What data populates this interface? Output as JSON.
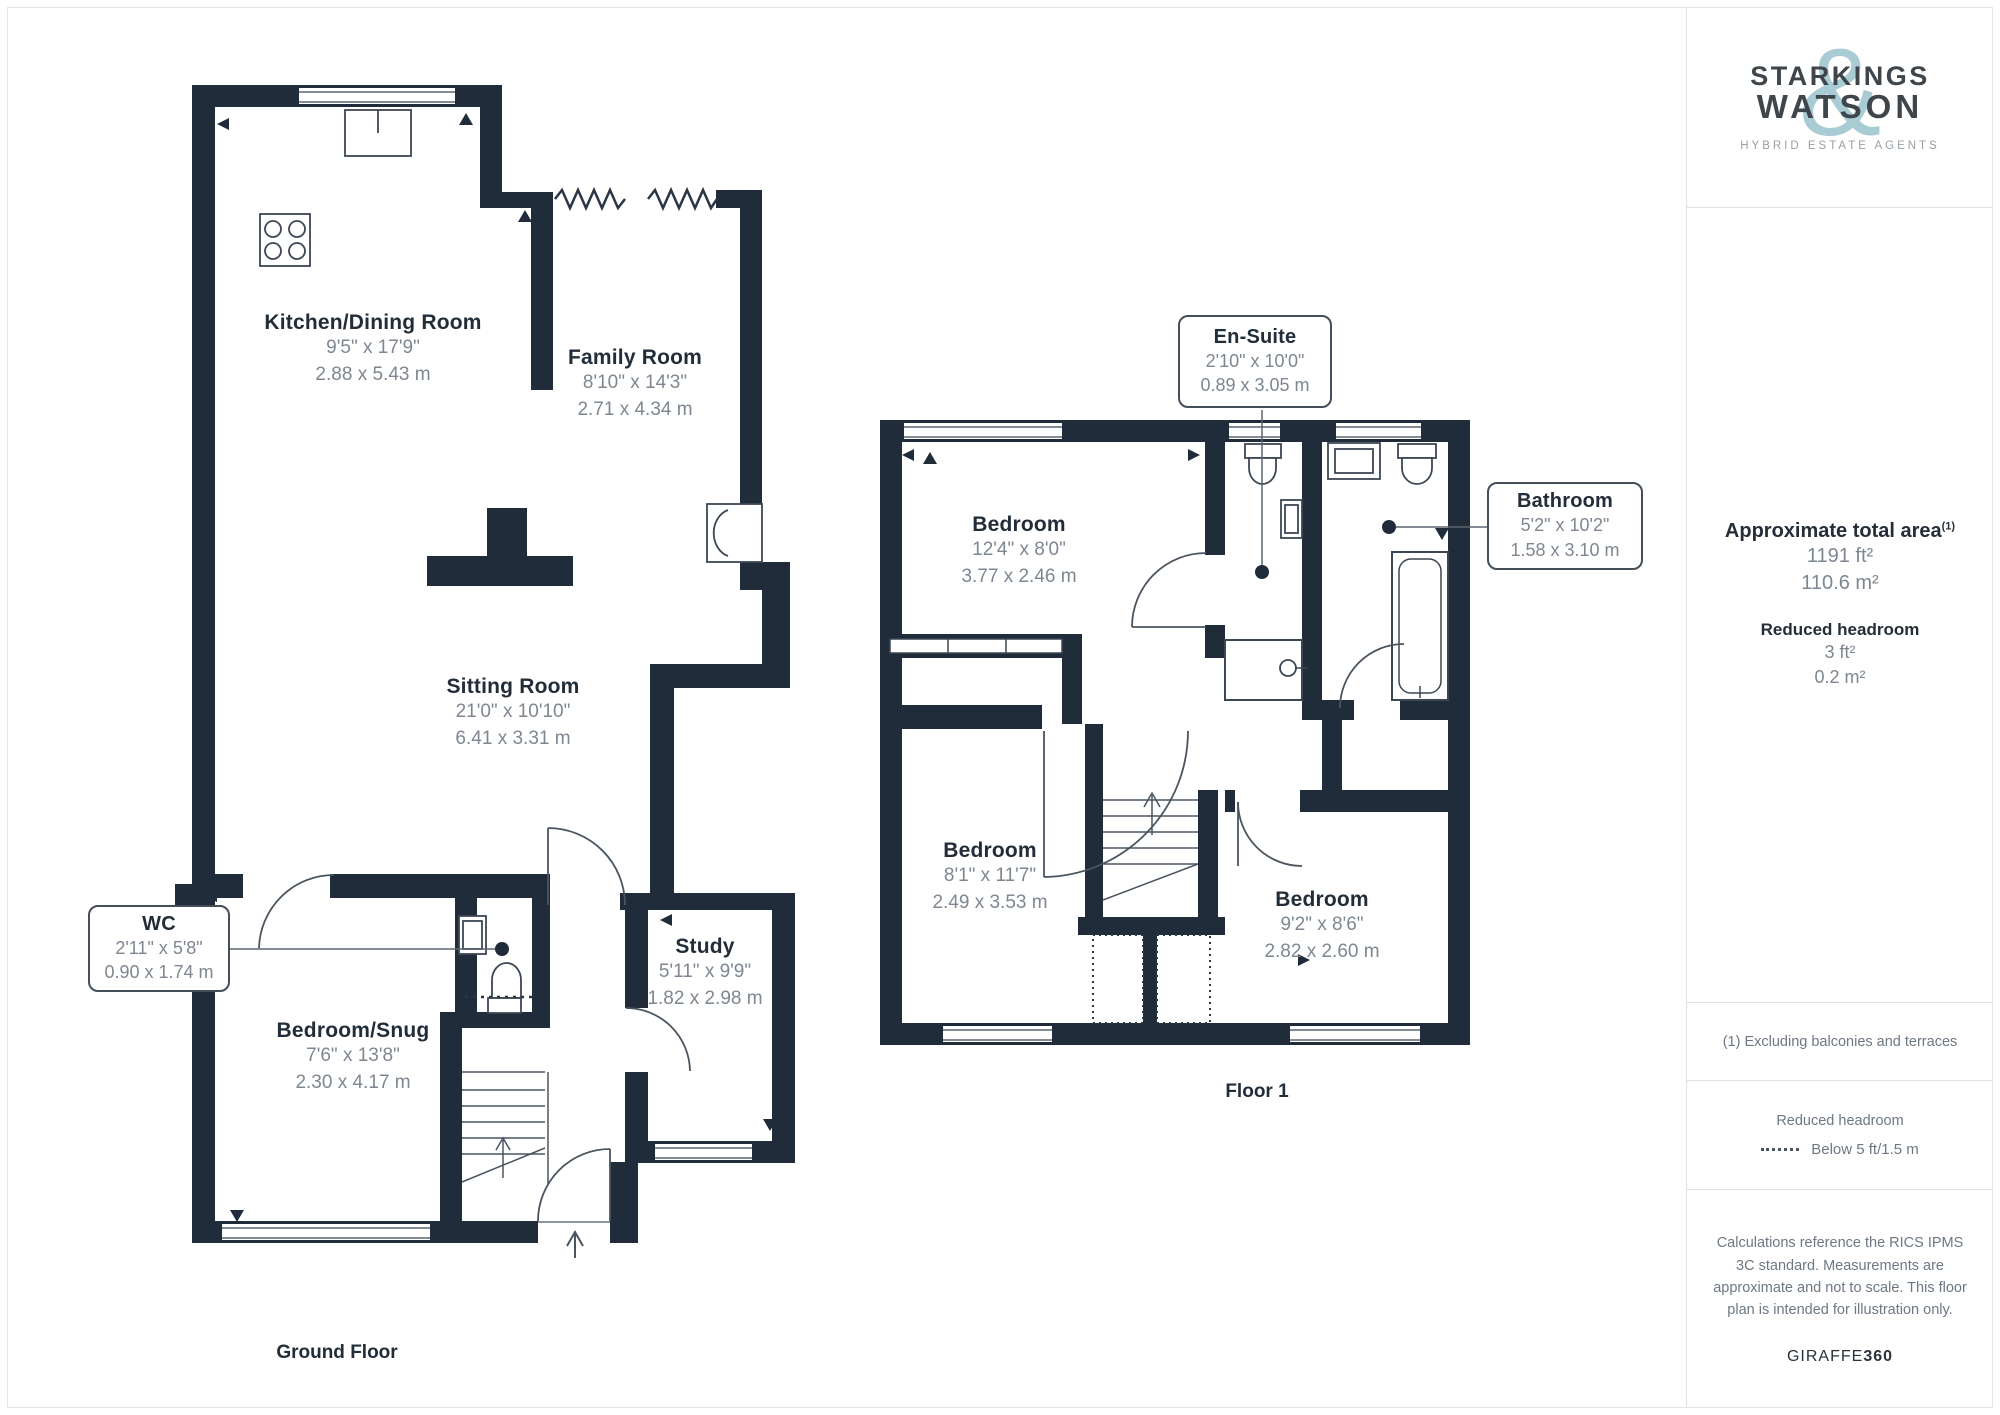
{
  "colors": {
    "wall": "#202c3a",
    "line": "#3c4754",
    "room_text": "#222d3a",
    "dim_text": "#7e8791",
    "accent_teal": "#a9cbd3",
    "divider": "#e0e0e0"
  },
  "branding": {
    "logo_line1": "STARKINGS",
    "logo_line2": "WATSON",
    "logo_ampersand": "&",
    "tagline": "HYBRID ESTATE AGENTS"
  },
  "summary": {
    "title": "Approximate total area",
    "title_sup": "(1)",
    "area_ft": "1191 ft²",
    "area_m": "110.6 m²",
    "reduced_title": "Reduced headroom",
    "reduced_ft": "3 ft²",
    "reduced_m": "0.2 m²"
  },
  "notes": {
    "footnote": "(1) Excluding balconies and terraces",
    "legend_title": "Reduced headroom",
    "legend_item": "Below 5 ft/1.5 m",
    "disclaimer": "Calculations reference the RICS IPMS 3C standard. Measurements are approximate and not to scale. This floor plan is intended for illustration only.",
    "brand": "GIRAFFE",
    "brand_suffix": "360"
  },
  "ground_floor": {
    "label": "Ground Floor",
    "rooms": [
      {
        "name": "Kitchen/Dining Room",
        "imperial": "9'5\" x 17'9\"",
        "metric": "2.88 x 5.43 m"
      },
      {
        "name": "Family Room",
        "imperial": "8'10\" x 14'3\"",
        "metric": "2.71 x 4.34 m"
      },
      {
        "name": "Sitting Room",
        "imperial": "21'0\" x 10'10\"",
        "metric": "6.41 x 3.31 m"
      },
      {
        "name": "Bedroom/Snug",
        "imperial": "7'6\" x 13'8\"",
        "metric": "2.30 x 4.17 m"
      },
      {
        "name": "Study",
        "imperial": "5'11\" x 9'9\"",
        "metric": "1.82 x 2.98 m"
      }
    ],
    "callouts": [
      {
        "name": "WC",
        "imperial": "2'11\" x 5'8\"",
        "metric": "0.90 x 1.74 m"
      }
    ]
  },
  "first_floor": {
    "label": "Floor 1",
    "rooms": [
      {
        "name": "Bedroom",
        "imperial": "12'4\" x 8'0\"",
        "metric": "3.77 x 2.46 m"
      },
      {
        "name": "Bedroom",
        "imperial": "8'1\" x 11'7\"",
        "metric": "2.49 x 3.53 m"
      },
      {
        "name": "Bedroom",
        "imperial": "9'2\" x 8'6\"",
        "metric": "2.82 x 2.60 m"
      }
    ],
    "callouts": [
      {
        "name": "En-Suite",
        "imperial": "2'10\" x 10'0\"",
        "metric": "0.89 x 3.05 m"
      },
      {
        "name": "Bathroom",
        "imperial": "5'2\" x 10'2\"",
        "metric": "1.58 x 3.10 m"
      }
    ]
  }
}
